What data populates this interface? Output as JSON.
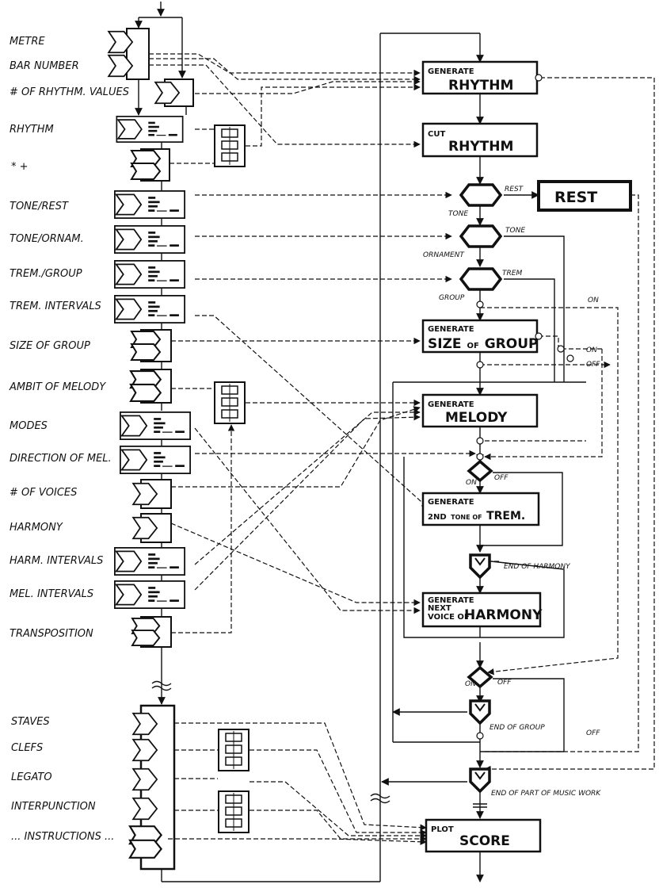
{
  "inputs": [
    "METRE",
    "BAR NUMBER",
    "# OF RHYTHM. VALUES",
    "RHYTHM",
    "* +",
    "TONE/REST",
    "TONE/ORNAM.",
    "TREM./GROUP",
    "TREM. INTERVALS",
    "SIZE OF GROUP",
    "AMBIT OF MELODY",
    "MODES",
    "DIRECTION OF MEL.",
    "# OF VOICES",
    "HARMONY",
    "HARM. INTERVALS",
    "MEL. INTERVALS",
    "TRANSPOSITION"
  ],
  "score_inputs": [
    "STAVES",
    "CLEFS",
    "LEGATO",
    "INTERPUNCTION",
    "... INSTRUCTIONS ..."
  ],
  "processes": {
    "gen_rhythm": {
      "small": "GENERATE",
      "big": "RHYTHM"
    },
    "cut_rhythm": {
      "small": "CUT",
      "big": "RHYTHM"
    },
    "rest": "REST",
    "size_group": {
      "small": "GENERATE",
      "big1": "SIZE",
      "mid": "OF",
      "big2": "GROUP"
    },
    "melody": {
      "small": "GENERATE",
      "big": "MELODY"
    },
    "trem2": {
      "small": "GENERATE",
      "num": "2ND",
      "mid": "TONE OF",
      "big": "TREM."
    },
    "harmony": {
      "small1": "GENERATE",
      "small2": "NEXT",
      "small3": "VOICE OF",
      "big": "HARMONY"
    },
    "plot_score": {
      "small": "PLOT",
      "big": "SCORE"
    }
  },
  "branch_labels": {
    "rest": "REST",
    "tone1": "TONE",
    "tone2": "TONE",
    "ornament": "ORNAMENT",
    "trem": "TREM",
    "group": "GROUP",
    "on1": "ON",
    "on2": "ON",
    "off2": "OFF",
    "on3": "ON",
    "off3": "OFF",
    "on4": "ON",
    "off4": "OFF",
    "off5": "OFF"
  },
  "loop_labels": {
    "end_harmony": "END OF HARMONY",
    "end_group": "END OF GROUP",
    "end_part": "END OF PART OF MUSIC WORK"
  }
}
